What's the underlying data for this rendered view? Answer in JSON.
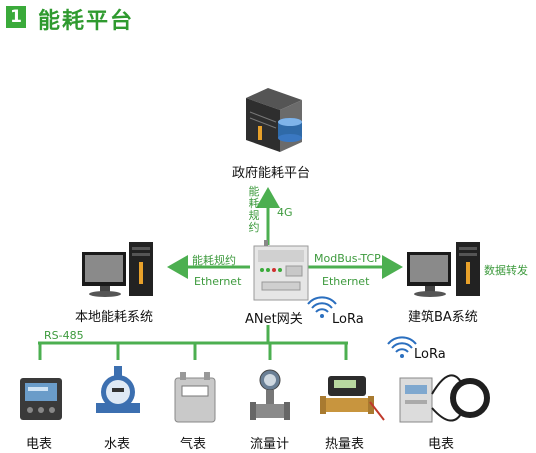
{
  "section": {
    "number": "1",
    "title": "能耗平台"
  },
  "nodes": {
    "gov_platform": "政府能耗平台",
    "local_system": "本地能耗系统",
    "gateway": "ANet网关",
    "building_ba": "建筑BA系统"
  },
  "links": {
    "up_protocol_vertical": "能耗规约",
    "up_4g": "4G",
    "left_protocol": "能耗规约",
    "left_ethernet": "Ethernet",
    "right_protocol": "ModBus-TCP",
    "right_ethernet": "Ethernet",
    "right_forwarding": "数据转发",
    "bus": "RS-485"
  },
  "wireless": {
    "gateway_lora": "LoRa",
    "meter_lora": "LoRa"
  },
  "devices": [
    {
      "label": "电表"
    },
    {
      "label": "水表"
    },
    {
      "label": "气表"
    },
    {
      "label": "流量计"
    },
    {
      "label": "热量表"
    },
    {
      "label": "电表"
    }
  ],
  "colors": {
    "accent_green": "#3aaa3a",
    "line_green": "#4caf50"
  }
}
